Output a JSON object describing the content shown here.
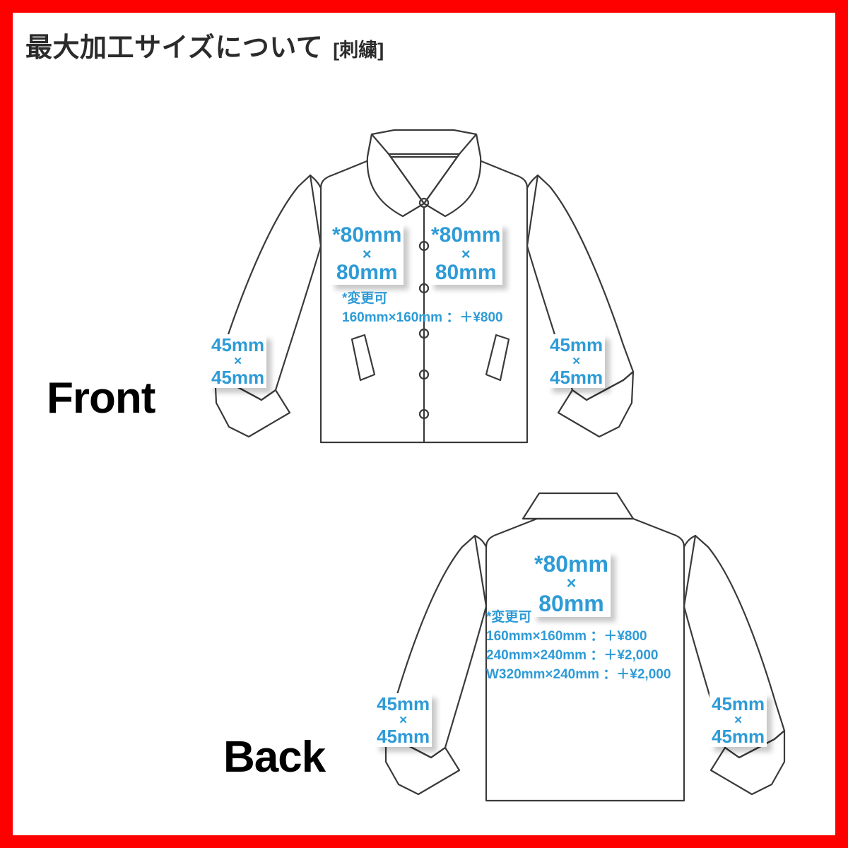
{
  "page": {
    "border_color": "#FF0000",
    "background": "#ffffff",
    "accent_blue": "#2E9BD6",
    "line_color": "#3a3a3a"
  },
  "header": {
    "title": "最大加工サイズについて",
    "subtitle": "[刺繍]"
  },
  "views": [
    {
      "id": "front",
      "caption": "Front"
    },
    {
      "id": "back",
      "caption": "Back"
    }
  ],
  "front": {
    "caption": "Front",
    "badges": {
      "chest_left": {
        "line1": "*80mm",
        "line2": "×",
        "line3": "80mm"
      },
      "chest_right": {
        "line1": "*80mm",
        "line2": "×",
        "line3": "80mm"
      },
      "sleeve_left": {
        "line1": "45mm",
        "line2": "×",
        "line3": "45mm"
      },
      "sleeve_right": {
        "line1": "45mm",
        "line2": "×",
        "line3": "45mm"
      }
    },
    "note": {
      "head": "*変更可",
      "lines": [
        "160mm×160mm ：＋¥800"
      ]
    }
  },
  "back": {
    "caption": "Back",
    "badges": {
      "center": {
        "line1": "*80mm",
        "line2": "×",
        "line3": "80mm"
      },
      "sleeve_left": {
        "line1": "45mm",
        "line2": "×",
        "line3": "45mm"
      },
      "sleeve_right": {
        "line1": "45mm",
        "line2": "×",
        "line3": "45mm"
      }
    },
    "note": {
      "head": "*変更可",
      "lines": [
        "160mm×160mm ：＋¥800",
        "240mm×240mm ：＋¥2,000",
        "W320mm×240mm ：＋¥2,000"
      ]
    }
  },
  "icons": {
    "jacket_front": "jacket-front-illustration",
    "jacket_back": "jacket-back-illustration",
    "button": "snap-button-icon"
  }
}
